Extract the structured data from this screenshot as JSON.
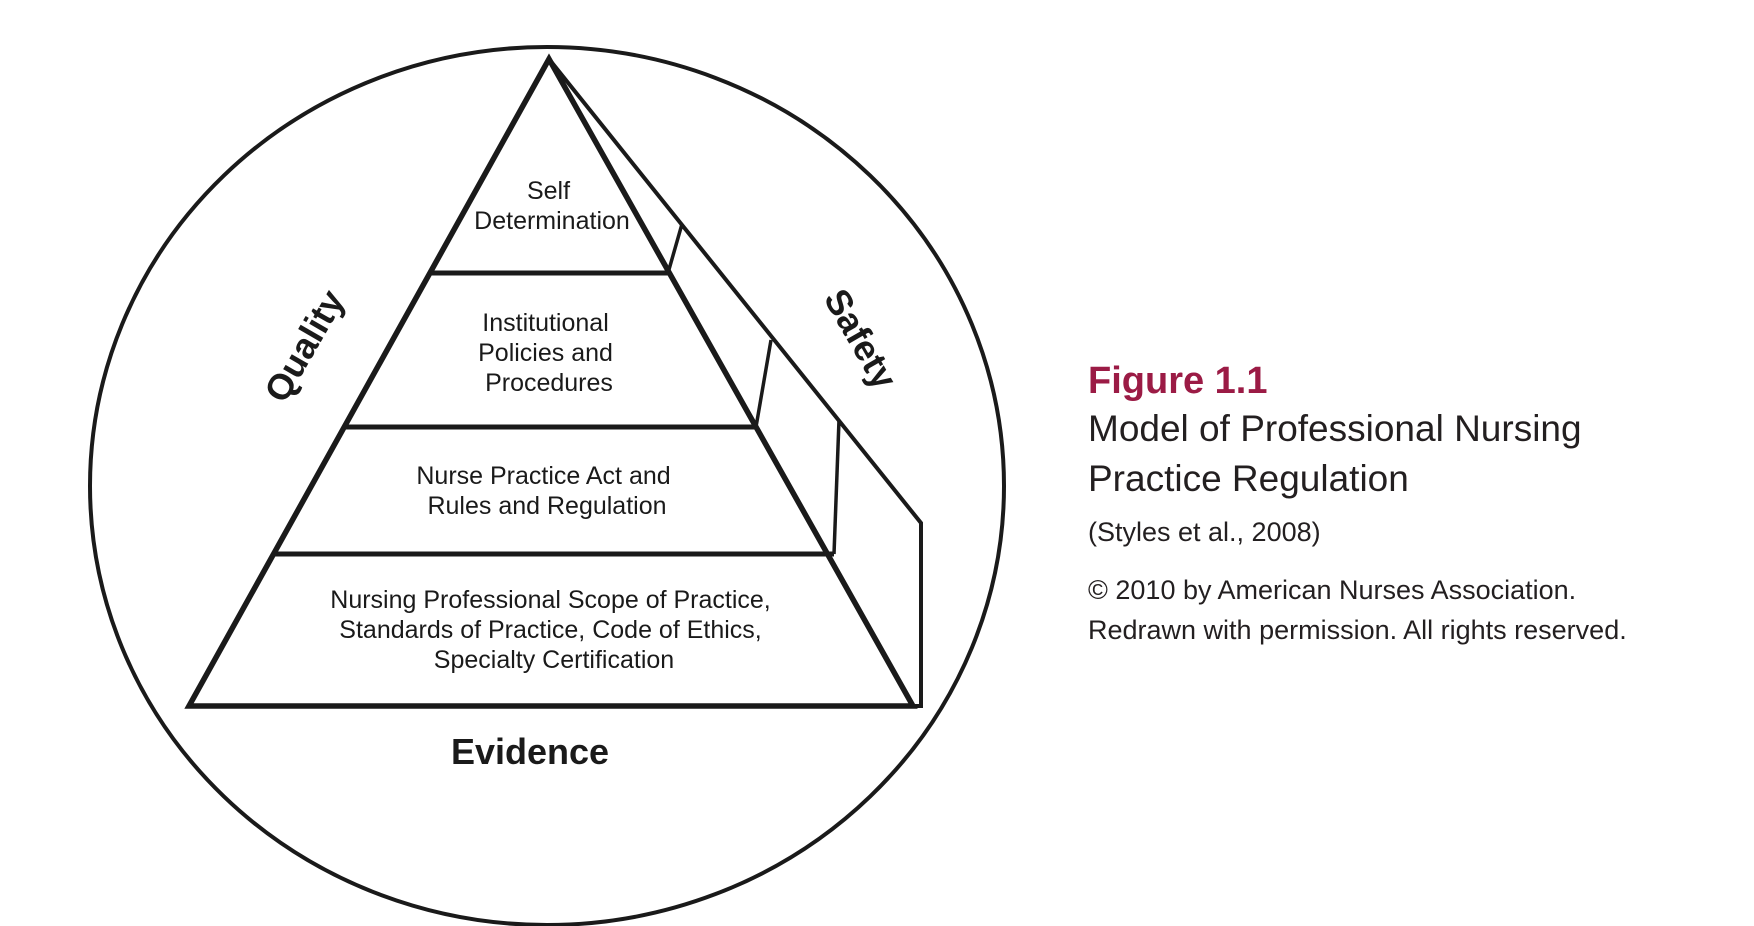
{
  "diagram": {
    "side_labels": {
      "left": "Quality",
      "right": "Safety",
      "bottom": "Evidence"
    },
    "tiers": [
      {
        "lines": [
          "Self",
          "Determination"
        ]
      },
      {
        "lines": [
          "Institutional",
          "Policies and",
          "Procedures"
        ]
      },
      {
        "lines": [
          "Nurse Practice Act and",
          "Rules and Regulation"
        ]
      },
      {
        "lines": [
          "Nursing Professional Scope of Practice,",
          "Standards of Practice, Code of Ethics,",
          "Specialty Certification"
        ]
      }
    ],
    "colors": {
      "stroke": "#1a1a1a",
      "figure_number": "#9b1b45",
      "caption_text": "#231f20"
    }
  },
  "caption": {
    "figure_number": "Figure 1.1",
    "title_lines": [
      "Model of Professional Nursing",
      "Practice Regulation"
    ],
    "citation": "(Styles et al., 2008)",
    "copyright_lines": [
      "© 2010 by American Nurses Association.",
      "Redrawn with permission. All rights reserved."
    ]
  }
}
